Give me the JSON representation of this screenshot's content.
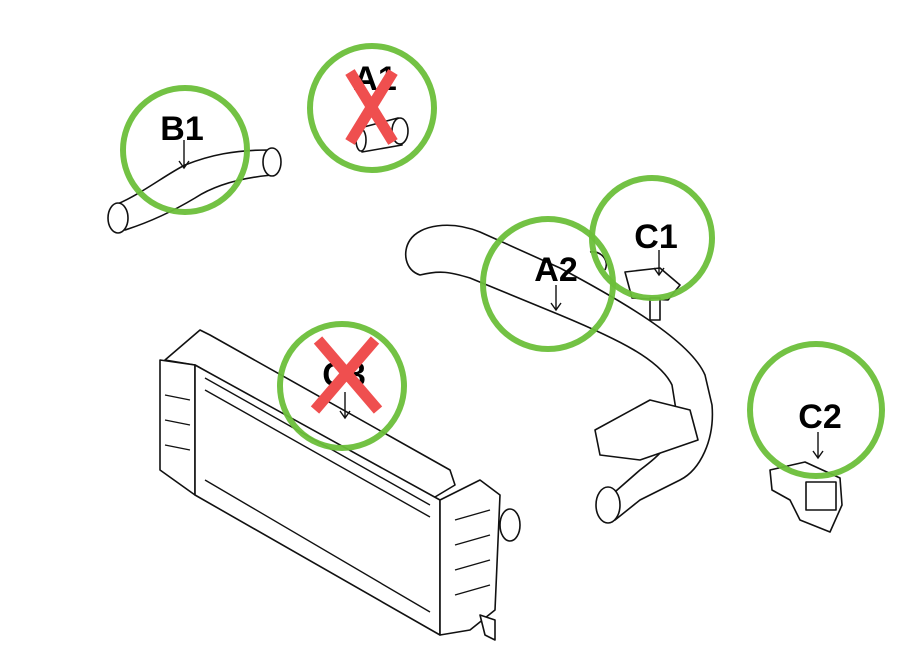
{
  "colors": {
    "ring": "#6cbf3a",
    "cross": "#ef4f4f",
    "line": "#111111"
  },
  "callouts": [
    {
      "id": "A1",
      "label": "A1",
      "crossed": true
    },
    {
      "id": "B1",
      "label": "B1",
      "crossed": false
    },
    {
      "id": "A2",
      "label": "A2",
      "crossed": false
    },
    {
      "id": "C1",
      "label": "C1",
      "crossed": false
    },
    {
      "id": "C3",
      "label": "C3",
      "crossed": true
    },
    {
      "id": "C2",
      "label": "C2",
      "crossed": false
    }
  ]
}
